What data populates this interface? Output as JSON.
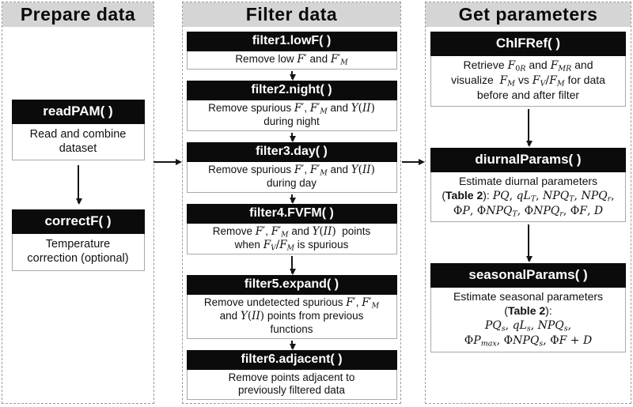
{
  "colors": {
    "header_bg": "#d5d5d5",
    "black_box": "#0b0b0b",
    "black_box_text": "#ffffff",
    "desc_border": "#a8a8a8",
    "panel_border": "#9b9b9b",
    "arrow": "#161616"
  },
  "columns": [
    {
      "id": "prepare",
      "title": "Prepare data",
      "blocks": [
        {
          "fn": "readPAM( )",
          "desc_html": "Read and combine<br>dataset"
        },
        {
          "fn": "correctF( )",
          "desc_html": "Temperature<br>correction (optional)"
        }
      ]
    },
    {
      "id": "filter",
      "title": "Filter  data",
      "blocks": [
        {
          "fn": "filter1.lowF( )",
          "desc_html": "Remove low <span class=\"math\"><i>F</i>′</span> and <span class=\"math\"><i>F</i>′<sub><i>M</i></sub></span>"
        },
        {
          "fn": "filter2.night( )",
          "desc_html": "Remove spurious <span class=\"math\"><i>F</i>′</span>, <span class=\"math\"><i>F</i>′<sub><i>M</i></sub></span> and <span class=\"math\"><i>Y</i>(<i>II</i>)</span><br>during night"
        },
        {
          "fn": "filter3.day( )",
          "desc_html": "Remove spurious <span class=\"math\"><i>F</i>′</span>, <span class=\"math\"><i>F</i>′<sub><i>M</i></sub></span> and <span class=\"math\"><i>Y</i>(<i>II</i>)</span><br>during day"
        },
        {
          "fn": "filter4.FVFM( )",
          "desc_html": "Remove <span class=\"math\"><i>F</i>′</span>, <span class=\"math\"><i>F</i>′<sub><i>M</i></sub></span> and <span class=\"math\"><i>Y</i>(<i>II</i>)</span>&nbsp; points<br>when <span class=\"math\"><i>F</i><sub><i>V</i></sub>/<i>F</i><sub><i>M</i></sub></span> is spurious"
        },
        {
          "fn": "filter5.expand( )",
          "desc_html": "Remove undetected spurious <span class=\"math\"><i>F</i>′</span>, <span class=\"math\"><i>F</i>′<sub><i>M</i></sub></span><br>and <span class=\"math\"><i>Y</i>(<i>II</i>)</span> points from previous<br>functions"
        },
        {
          "fn": "filter6.adjacent( )",
          "desc_html": "Remove points adjacent to<br>previously filtered data"
        }
      ]
    },
    {
      "id": "params",
      "title": "Get parameters",
      "blocks": [
        {
          "fn": "ChlFRef( )",
          "desc_html": "Retrieve <span class=\"math\"><i>F</i><sub>0<i>R</i></sub></span> and <span class=\"math\"><i>F</i><sub><i>MR</i></sub></span> and<br>visualize &nbsp;<span class=\"math\"><i>F</i><sub><i>M</i></sub></span> vs <span class=\"math\"><i>F</i><sub><i>V</i></sub>/<i>F</i><sub><i>M</i></sub></span> for data<br>before and after filter"
        },
        {
          "fn": "diurnalParams( )",
          "desc_html": "Estimate diurnal parameters<br>(<b>Table 2</b>): <span class=\"math\"><i>PQ</i>, <i>qL</i><sub><i>T</i></sub>, <i>NPQ</i><sub><i>T</i></sub>, <i>NPQ</i><sub><i>r</i></sub>,</span><br><span class=\"math\">Φ<i>P</i>, Φ<i>NPQ</i><sub><i>T</i></sub>, Φ<i>NPQ</i><sub><i>r</i></sub>, Φ<i>F</i>, <i>D</i></span>"
        },
        {
          "fn": "seasonalParams( )",
          "desc_html": "Estimate seasonal parameters<br>(<b>Table 2</b>):<br><span class=\"math\"><i>PQ</i><sub><i>s</i></sub>, <i>qL</i><sub><i>s</i></sub>, <i>NPQ</i><sub><i>s</i></sub>,</span><br><span class=\"math\">Φ<i>P</i><sub><i>max</i></sub>, Φ<i>NPQ</i><sub><i>s</i></sub>, Φ<i>F</i> + <i>D</i></span>"
        }
      ]
    }
  ]
}
